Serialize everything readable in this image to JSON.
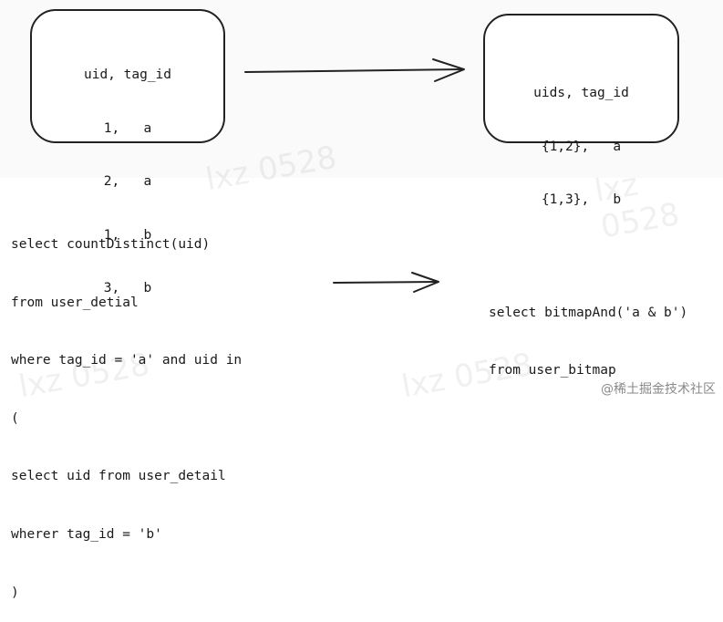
{
  "left_box": {
    "lines": [
      "uid, tag_id",
      "1,   a",
      "2,   a",
      "1,   b",
      "3,   b"
    ]
  },
  "right_box": {
    "lines": [
      "uids, tag_id",
      "{1,2},   a",
      "{1,3},   b"
    ]
  },
  "left_sql": {
    "lines": [
      "select countDistinct(uid)",
      "from user_detial",
      "where tag_id = 'a' and uid in",
      "(",
      "select uid from user_detail",
      "wherer tag_id = 'b'",
      ")"
    ]
  },
  "right_sql": {
    "lines": [
      "select bitmapAnd('a & b')",
      "from user_bitmap"
    ]
  },
  "watermarks": [
    "lxz 0528",
    "lxz 0528",
    "lxz 0528",
    "lxz 0528"
  ],
  "credit": "@稀土掘金技术社区"
}
